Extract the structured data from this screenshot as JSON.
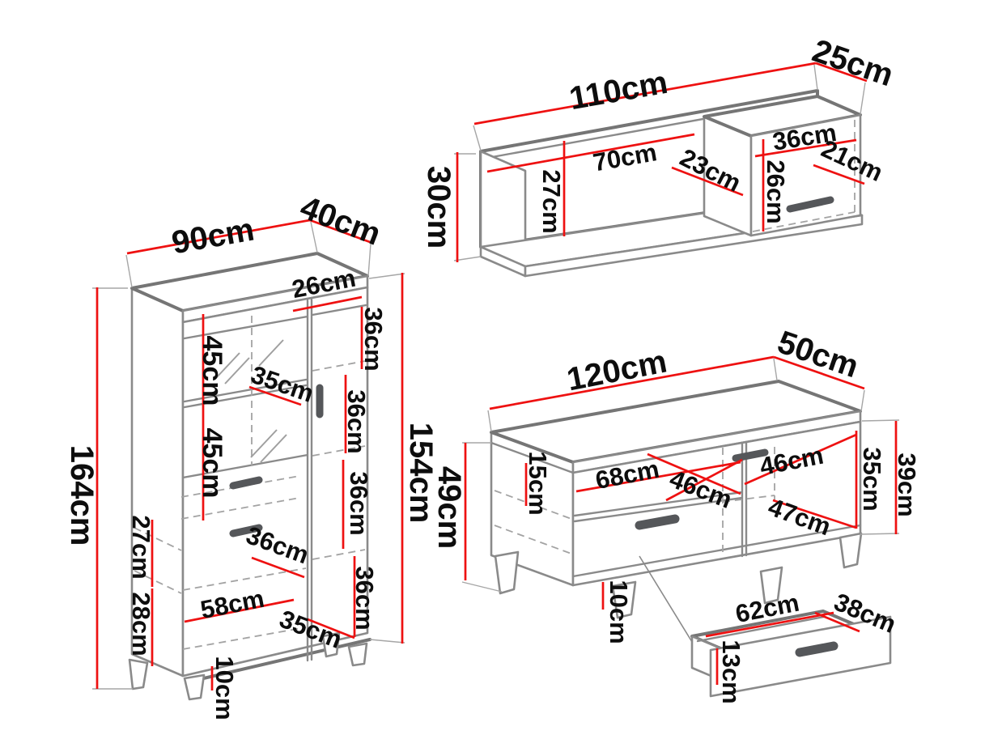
{
  "colors": {
    "dimension_line": "#ee1111",
    "outline": "#8a8a8a",
    "label_text": "#0d0d0d",
    "handle": "#55575a",
    "background": "#ffffff"
  },
  "cabinet": {
    "width": "90cm",
    "depth": "40cm",
    "height": "164cm",
    "interior_height": "154cm",
    "door_width": "26cm",
    "glass_section_1": "45cm",
    "glass_section_2": "45cm",
    "shelf_width": "35cm",
    "right_sections": [
      "36cm",
      "36cm",
      "36cm",
      "36cm"
    ],
    "lower_section_1": "27cm",
    "lower_section_2": "28cm",
    "inner_depth": "36cm",
    "bottom_width": "58cm",
    "bottom_depth": "35cm",
    "legs": "10cm"
  },
  "wall_shelf": {
    "width": "110cm",
    "depth": "25cm",
    "height": "30cm",
    "niche_width": "70cm",
    "niche_height": "27cm",
    "niche_depth": "23cm",
    "cabinet_width": "36cm",
    "cabinet_depth": "21cm",
    "cabinet_height": "26cm"
  },
  "tv_stand": {
    "width": "120cm",
    "depth": "50cm",
    "height": "49cm",
    "niche_height": "15cm",
    "niche_width": "68cm",
    "inner_depth": "46cm",
    "door_width": "46cm",
    "door_diagonal": "47cm",
    "front_inner_height": "35cm",
    "front_height": "39cm",
    "legs": "10cm"
  },
  "drawer": {
    "width": "62cm",
    "depth": "38cm",
    "height": "13cm"
  }
}
